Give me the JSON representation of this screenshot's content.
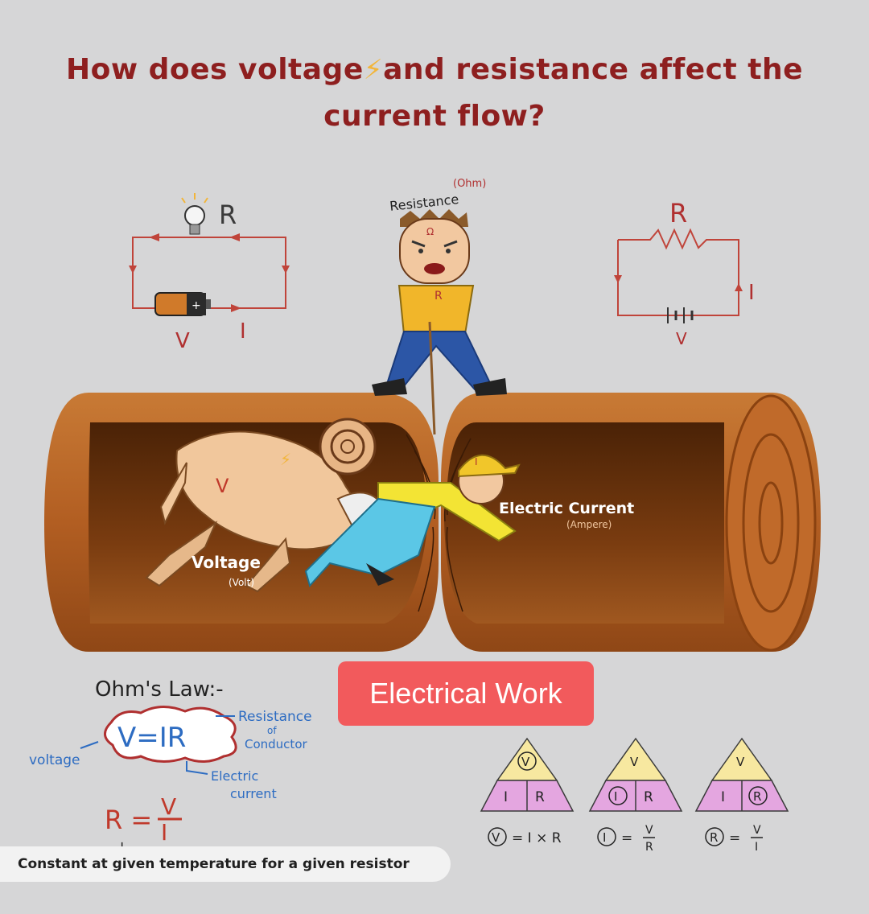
{
  "title": {
    "line1_before": "How does voltage",
    "line1_after": "and resistance affect the",
    "line2": "current flow?"
  },
  "circuit_left": {
    "r": "R",
    "v": "V",
    "i": "I"
  },
  "circuit_right": {
    "r": "R",
    "v": "V",
    "i": "I"
  },
  "resistance": {
    "label": "Resistance",
    "unit": "(Ohm)",
    "shirt_letter": "R",
    "hair_symbol": "Ω"
  },
  "voltage": {
    "label": "Voltage",
    "unit": "(Volt)",
    "goat_letter": "V"
  },
  "current": {
    "label": "Electric Current",
    "unit": "(Ampere)",
    "cap_letter": "I"
  },
  "badge": "Electrical Work",
  "ohms_law": {
    "title": "Ohm's Law:-",
    "formula": "V=IR",
    "voltage_label": "voltage",
    "resistance_label": "Resistance",
    "resistance_of": "of",
    "resistance_conductor": "Conductor",
    "current_label1": "Electric",
    "current_label2": "current",
    "r_eq": "R =",
    "r_num": "V",
    "r_den": "I",
    "note": "Constant at given temperature for a given resistor"
  },
  "triangles": [
    {
      "top": "V",
      "left": "I",
      "right": "R",
      "formula_left": "V",
      "formula_mid": "= I × R",
      "formula_num": "",
      "formula_den": ""
    },
    {
      "top": "V",
      "left": "I",
      "right": "R",
      "formula_left": "I",
      "formula_mid": "=",
      "formula_num": "V",
      "formula_den": "R"
    },
    {
      "top": "V",
      "left": "I",
      "right": "R",
      "formula_left": "R",
      "formula_mid": "=",
      "formula_num": "V",
      "formula_den": "I"
    }
  ],
  "colors": {
    "title": "#8e1f1f",
    "pipe": "#b86527",
    "pipe_inner": "#5e2e0a",
    "badge": "#f25a5c",
    "tri_top": "#f7e8a0",
    "tri_bottom": "#e4a6e0",
    "accent_blue": "#2d6cc2"
  }
}
